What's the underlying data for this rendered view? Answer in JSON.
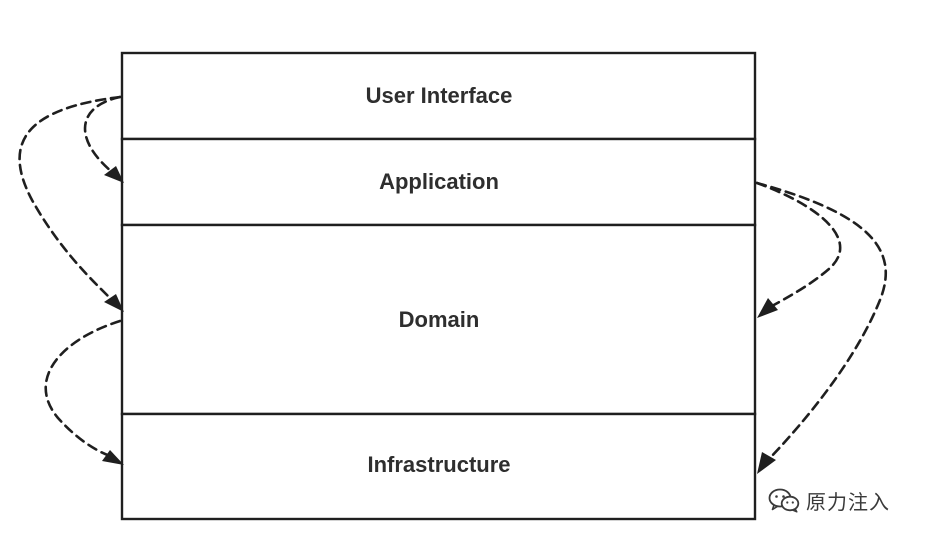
{
  "layers": [
    {
      "label": "User Interface"
    },
    {
      "label": "Application"
    },
    {
      "label": "Domain"
    },
    {
      "label": "Infrastructure"
    }
  ],
  "watermark": {
    "icon": "wechat-icon",
    "text": "原力注入"
  },
  "colors": {
    "line": "#1f1f1f",
    "text": "#2e2e2e",
    "background": "#ffffff"
  }
}
